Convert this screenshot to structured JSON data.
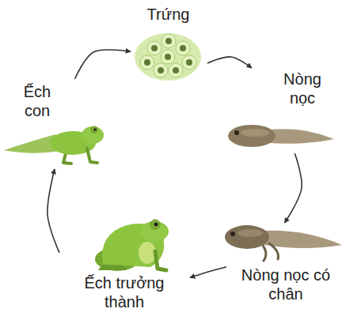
{
  "diagram": {
    "nodes": [
      {
        "text": [
          "Trứng"
        ]
      },
      {
        "text": [
          "Nòng nọc"
        ]
      },
      {
        "text": [
          "Nòng nọc có chân"
        ]
      },
      {
        "text": [
          "Ếch trưởng thành"
        ]
      },
      {
        "text": [
          "Ếch con"
        ]
      }
    ],
    "edges": [
      {
        "from": 0,
        "to": 1,
        "arrow": "to"
      },
      {
        "from": 1,
        "to": 2,
        "arrow": "to"
      },
      {
        "from": 2,
        "to": 3,
        "arrow": "to"
      },
      {
        "from": 3,
        "to": 4,
        "arrow": "to"
      },
      {
        "from": 4,
        "to": 0,
        "arrow": "to"
      }
    ]
  }
}
